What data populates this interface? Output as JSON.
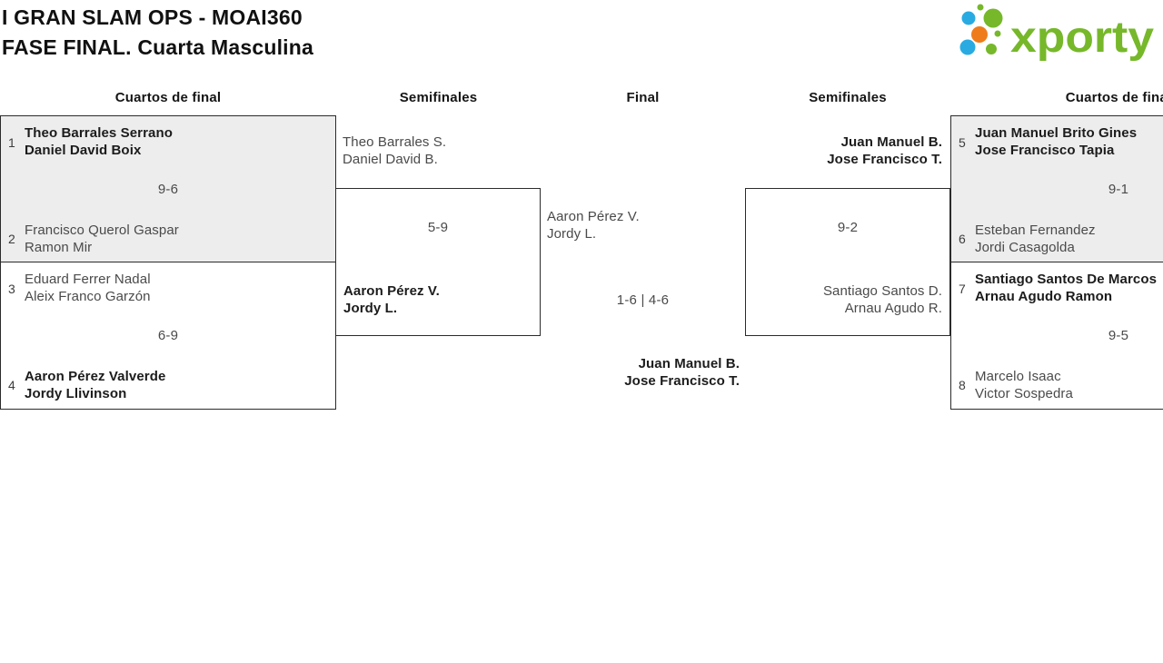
{
  "header": {
    "title_line1": "I GRAN SLAM OPS - MOAI360",
    "title_line2": "FASE FINAL. Cuarta Masculina"
  },
  "logo": {
    "brand": "xporty"
  },
  "round_headers": {
    "left_quarters": "Cuartos de final",
    "left_semis": "Semifinales",
    "final": "Final",
    "right_semis": "Semifinales",
    "right_quarters": "Cuartos de final"
  },
  "matches": {
    "qf_left_top": {
      "seed_a": "1",
      "team_a_p1": "Theo Barrales Serrano",
      "team_a_p2": "Daniel David Boix",
      "score": "9-6",
      "seed_b": "2",
      "team_b_p1": "Francisco Querol Gaspar",
      "team_b_p2": "Ramon Mir"
    },
    "qf_left_bottom": {
      "seed_a": "3",
      "team_a_p1": "Eduard Ferrer Nadal",
      "team_a_p2": "Aleix Franco Garzón",
      "score": "6-9",
      "seed_b": "4",
      "team_b_p1": "Aaron Pérez Valverde",
      "team_b_p2": "Jordy Llivinson"
    },
    "sf_left": {
      "team_a_p1": "Theo Barrales S.",
      "team_a_p2": "Daniel David B.",
      "score": "5-9",
      "team_b_p1": "Aaron Pérez V.",
      "team_b_p2": "Jordy L."
    },
    "final": {
      "team_a_p1": "Aaron Pérez V.",
      "team_a_p2": "Jordy L.",
      "score": "1-6 | 4-6",
      "team_b_p1": "Juan Manuel B.",
      "team_b_p2": "Jose Francisco T."
    },
    "sf_right": {
      "team_a_p1": "Juan Manuel B.",
      "team_a_p2": "Jose Francisco T.",
      "score": "9-2",
      "team_b_p1": "Santiago Santos D.",
      "team_b_p2": "Arnau Agudo R."
    },
    "qf_right_top": {
      "seed_a": "5",
      "team_a_p1": "Juan Manuel Brito Gines",
      "team_a_p2": "Jose Francisco Tapia",
      "score": "9-1",
      "seed_b": "6",
      "team_b_p1": "Esteban Fernandez",
      "team_b_p2": "Jordi Casagolda"
    },
    "qf_right_bottom": {
      "seed_a": "7",
      "team_a_p1": "Santiago Santos De Marcos",
      "team_a_p2": "Arnau Agudo Ramon",
      "score": "9-5",
      "seed_b": "8",
      "team_b_p1": "Marcelo Isaac",
      "team_b_p2": "Victor Sospedra"
    }
  },
  "colors": {
    "brand_green": "#76b82a",
    "brand_blue": "#29abe2",
    "brand_orange": "#ee7c1b",
    "box_gray": "#ededed",
    "border": "#2b2b2b",
    "text_dark": "#1c1c1c",
    "text_gray": "#4a4a4a"
  }
}
